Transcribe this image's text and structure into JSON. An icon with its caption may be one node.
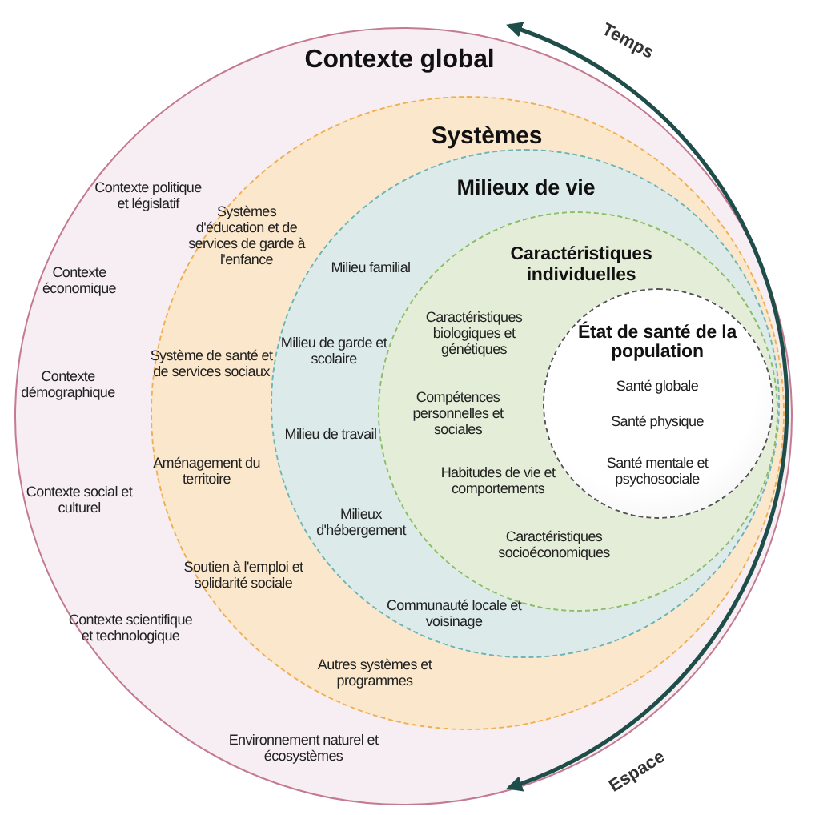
{
  "diagram": {
    "nodes": [
      {
        "text": [
          "Contexte global",
          "Contexte politique et législatif",
          "Contexte économique",
          "Contexte démographique",
          "Contexte social et culturel",
          "Contexte scientifique et technologique",
          "Environnement naturel et écosystèmes"
        ]
      },
      {
        "text": [
          "Systèmes",
          "Systèmes d'éducation et de services de garde à l'enfance",
          "Système de santé et de services sociaux",
          "Aménagement du territoire",
          "Soutien à l'emploi et solidarité sociale",
          "Autres systèmes et programmes"
        ],
        "in": 0
      },
      {
        "text": [
          "Milieux de vie",
          "Milieu familial",
          "Milieu de garde et scolaire",
          "Milieu de travail",
          "Milieux d'hébergement",
          "Communauté locale et voisinage"
        ],
        "in": 1
      },
      {
        "text": [
          "Caractéristiques individuelles",
          "Caractéristiques biologiques et génétiques",
          "Compétences personnelles et sociales",
          "Habitudes de vie et comportements",
          "Caractéristiques socioéconomiques"
        ],
        "in": 2
      },
      {
        "text": [
          "État de santé de la population",
          "Santé globale",
          "Santé physique",
          "Santé mentale et psychosociale"
        ],
        "in": 3
      }
    ],
    "labels": [
      "Temps",
      "Espace"
    ]
  }
}
